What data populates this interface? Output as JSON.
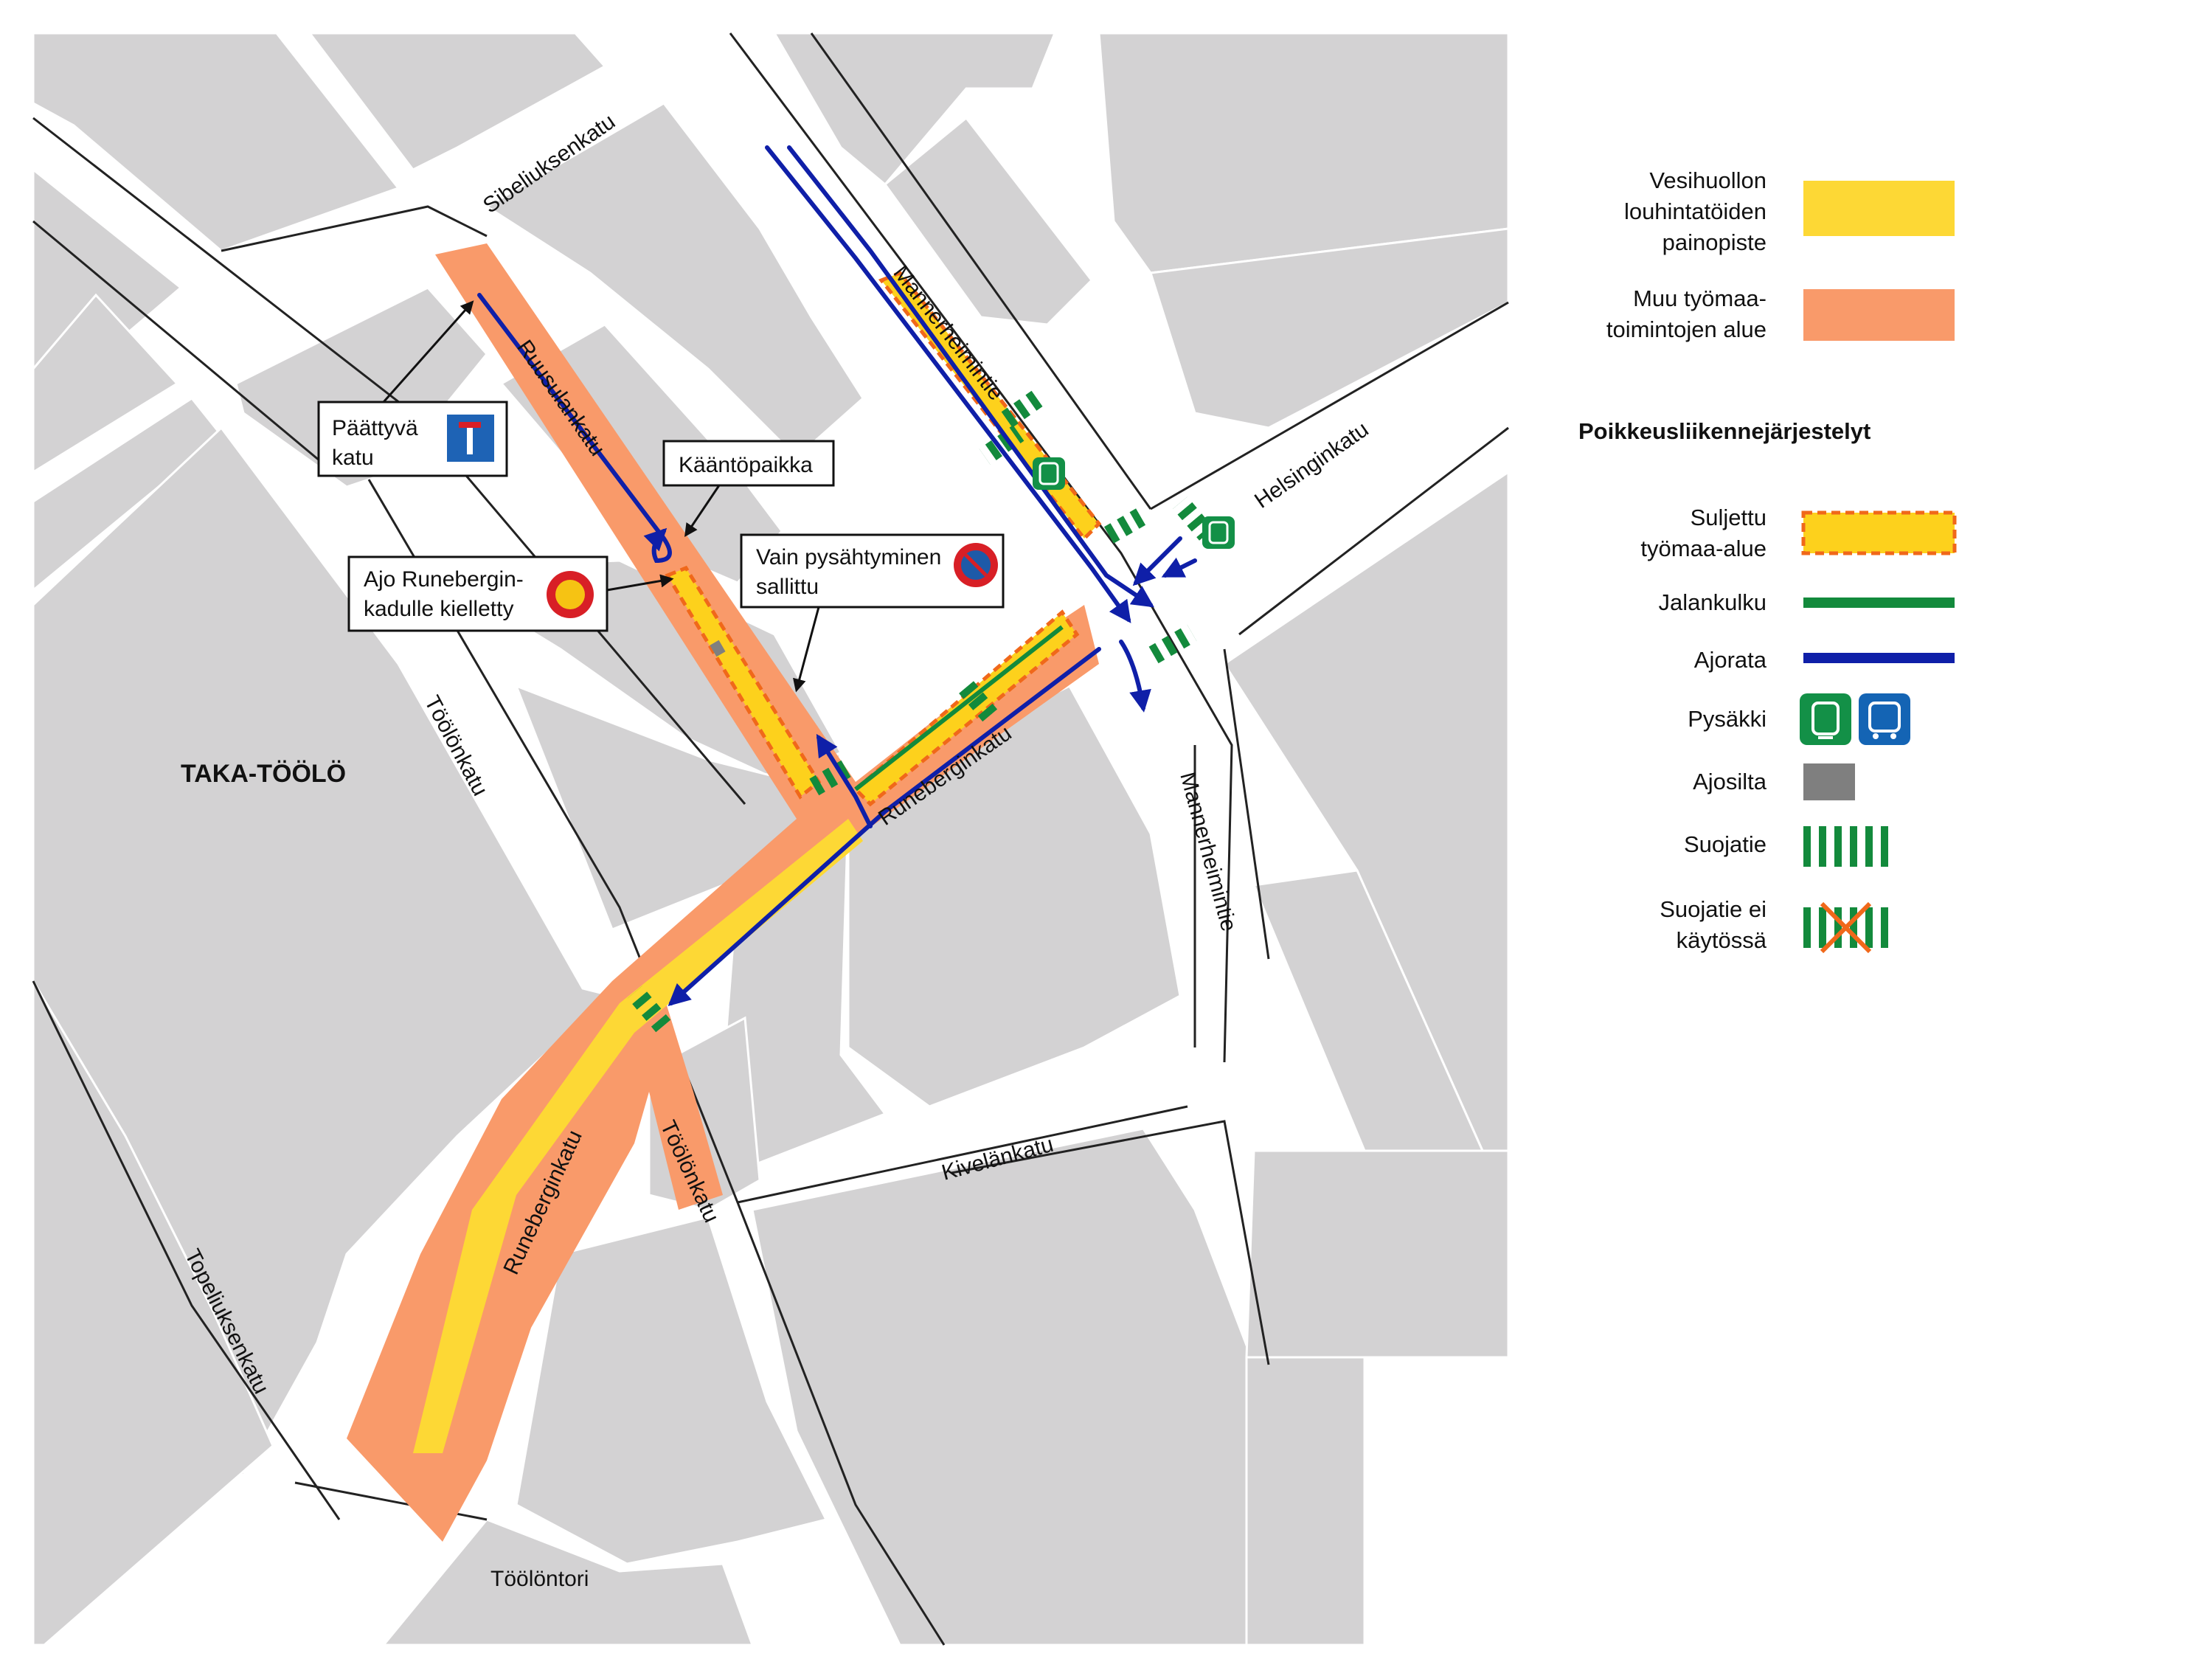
{
  "map": {
    "area_label": "TAKA-TÖÖLÖ",
    "streets": {
      "sibeliuksenkatu": "Sibeliuksenkatu",
      "ruusulankatu": "Ruusulankatu",
      "mannerheimintie_north": "Mannerheimintie",
      "helsinginkatu": "Helsinginkatu",
      "runeberginkatu_east": "Runeberginkatu",
      "toolonkatu_north": "Töölönkatu",
      "mannerheimintie_south": "Mannerheimintie",
      "kivelankatu": "Kivelänkatu",
      "runeberginkatu_south": "Runeberginkatu",
      "toolonkatu_south": "Töölönkatu",
      "topeliuksenkatu": "Topeliuksenkatu",
      "toolontori": "Töölöntori"
    },
    "callouts": {
      "paattyva_line1": "Päättyvä",
      "paattyva_line2": "katu",
      "kaantopaikka": "Kääntöpaikka",
      "ajo_line1": "Ajo Runebergin-",
      "ajo_line2": "kadulle kielletty",
      "vain_line1": "Vain pysähtyminen",
      "vain_line2": "sallittu"
    },
    "icons": {
      "dead_end": "dead-end-sign-icon",
      "no_entry": "no-entry-sign-icon",
      "no_parking": "no-parking-sign-icon",
      "tram_stop": "tram-stop-icon"
    }
  },
  "legend": {
    "water_line1": "Vesihuollon",
    "water_line2": "louhintatöiden",
    "water_line3": "painopiste",
    "other_line1": "Muu työmaa-",
    "other_line2": "toimintojen alue",
    "section_title": "Poikkeusliikennejärjestelyt",
    "closed_line1": "Suljettu",
    "closed_line2": "työmaa-alue",
    "pedestrian": "Jalankulku",
    "roadway": "Ajorata",
    "stop": "Pysäkki",
    "driveway": "Ajosilta",
    "crosswalk": "Suojatie",
    "crosswalk_closed_line1": "Suojatie ei",
    "crosswalk_closed_line2": "käytössä"
  },
  "colors": {
    "block": "#d3d2d3",
    "street": "#ffffff",
    "street_edge": "#222222",
    "water_focus": "#fdd835",
    "worksite": "#f99a6a",
    "closed_fill": "#fdd11c",
    "closed_border": "#f0681a",
    "pedestrian": "#138a3c",
    "roadway": "#0f1fa8",
    "stop_tram": "#139047",
    "stop_bus": "#1464b4",
    "driveway": "#7f7f7f",
    "crosswalk": "#138a3c",
    "cancel_cross": "#f0681a",
    "no_entry_ring": "#d81f26",
    "no_entry_fill": "#f6c313",
    "no_parking_ring": "#d81f26",
    "no_parking_fill": "#1e5aa8",
    "dead_end_blue": "#1e63b5"
  }
}
